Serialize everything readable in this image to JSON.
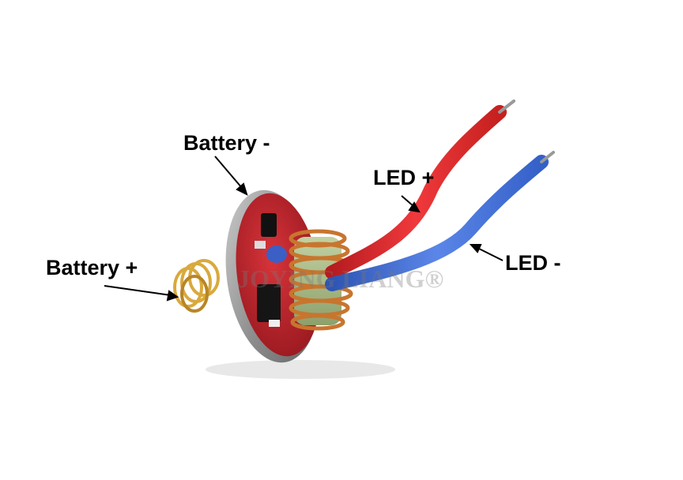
{
  "labels": {
    "battery_negative": "Battery -",
    "battery_positive": "Battery +",
    "led_positive": "LED +",
    "led_negative": "LED -"
  },
  "watermark": "JOYING LIANG®",
  "colors": {
    "background": "#ffffff",
    "pcb": "#c8232b",
    "wire_red": "#e0272c",
    "wire_blue": "#3f6fd6",
    "spring": "#d9a93c",
    "copper_coil": "#c8752e",
    "inductor_core": "#a8b98a"
  }
}
